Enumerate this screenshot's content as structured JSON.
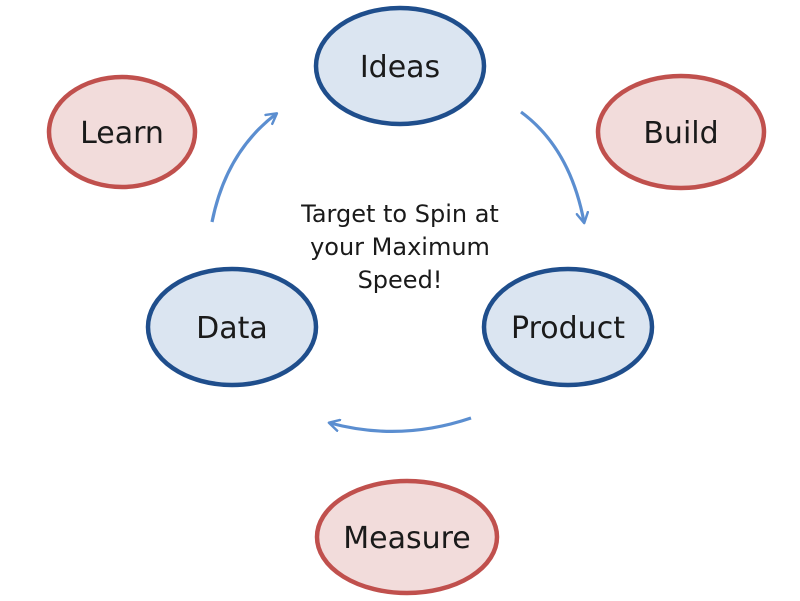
{
  "nodes": {
    "ideas": "Ideas",
    "product": "Product",
    "data": "Data",
    "learn": "Learn",
    "build": "Build",
    "measure": "Measure"
  },
  "center": {
    "line1": "Target to Spin at",
    "line2": "your Maximum",
    "line3": "Speed!"
  },
  "colors": {
    "blue_fill": "#dbe5f1",
    "blue_stroke": "#1f4e8c",
    "red_fill": "#f2dcdb",
    "red_stroke": "#c0504d",
    "arrow": "#5b8ed0"
  }
}
